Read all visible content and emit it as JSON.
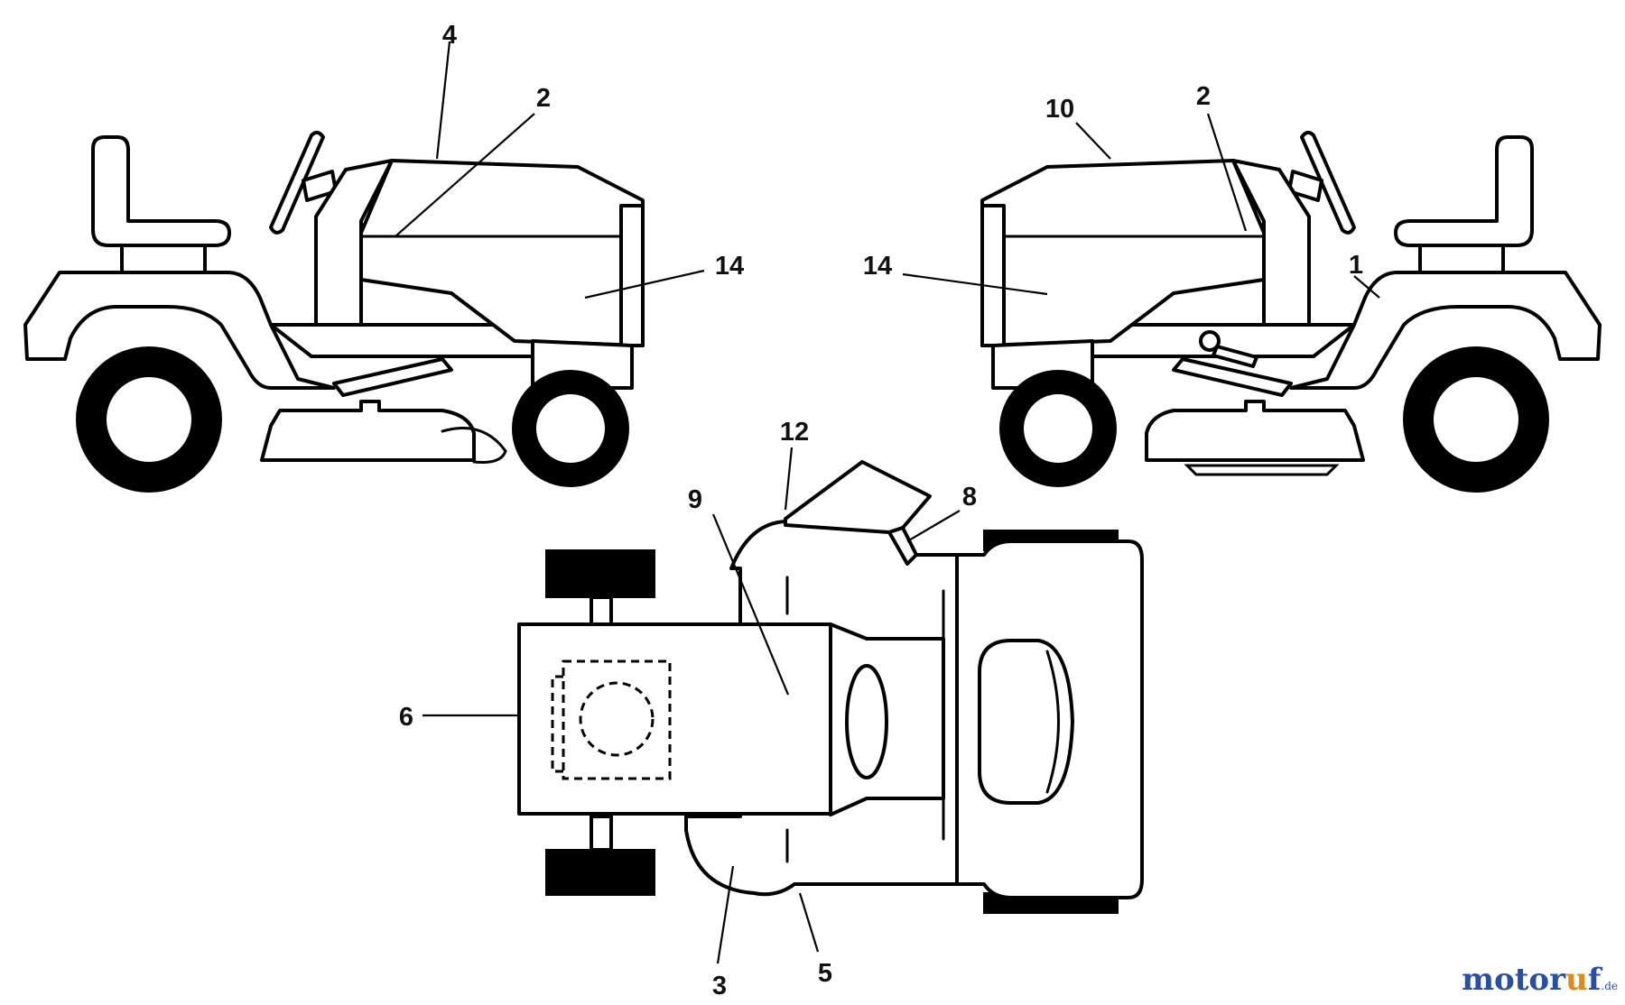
{
  "labels": {
    "left_4": "4",
    "left_2": "2",
    "left_14": "14",
    "right_10": "10",
    "right_2": "2",
    "right_14": "14",
    "right_1": "1",
    "top_12": "12",
    "top_9": "9",
    "top_8": "8",
    "top_6": "6",
    "top_3": "3",
    "top_5": "5"
  },
  "watermark": {
    "main": "motor",
    "accent": "u",
    "tail": "f",
    "tld": ".de"
  },
  "colors": {
    "line": "#000000",
    "watermark_blue": "#2a4fa0",
    "watermark_orange": "#e08a1e"
  }
}
